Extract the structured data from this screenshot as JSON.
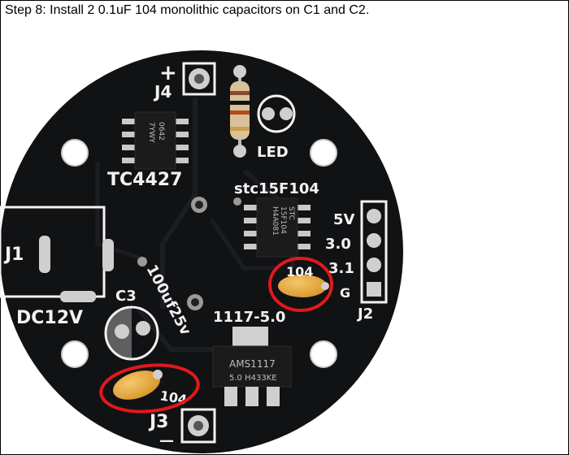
{
  "caption": "Step 8: Install 2 0.1uF 104 monolithic capacitors on C1 and C2.",
  "silkscreen": {
    "plus": "+",
    "minus": "—",
    "j4": "J4",
    "led": "LED",
    "tc4427": "TC4427",
    "stc": "stc15F104",
    "j1": "J1",
    "dc12v": "DC12V",
    "c3": "C3",
    "cap_rating": "100uf25v",
    "cap_104_right": "104",
    "cap_104_left": "104",
    "v5": "5V",
    "v30": "3.0",
    "v31": "3.1",
    "g": "G",
    "j2": "J2",
    "reg": "1117-5.0",
    "j3": "J3"
  },
  "chips": {
    "ams": "AMS1117",
    "ams_sub": "5.0 H433KE",
    "stc_top": "STC",
    "stc_mid": "15F104",
    "stc_bot": "H4A081",
    "tc_top": "0642",
    "tc_bot": "7YWY"
  },
  "colors": {
    "board": "#111214",
    "silkscreen": "#f2f2f2",
    "pad": "#c8c8c8",
    "capacitor": "#e2a53c",
    "highlight": "#e0191d"
  }
}
